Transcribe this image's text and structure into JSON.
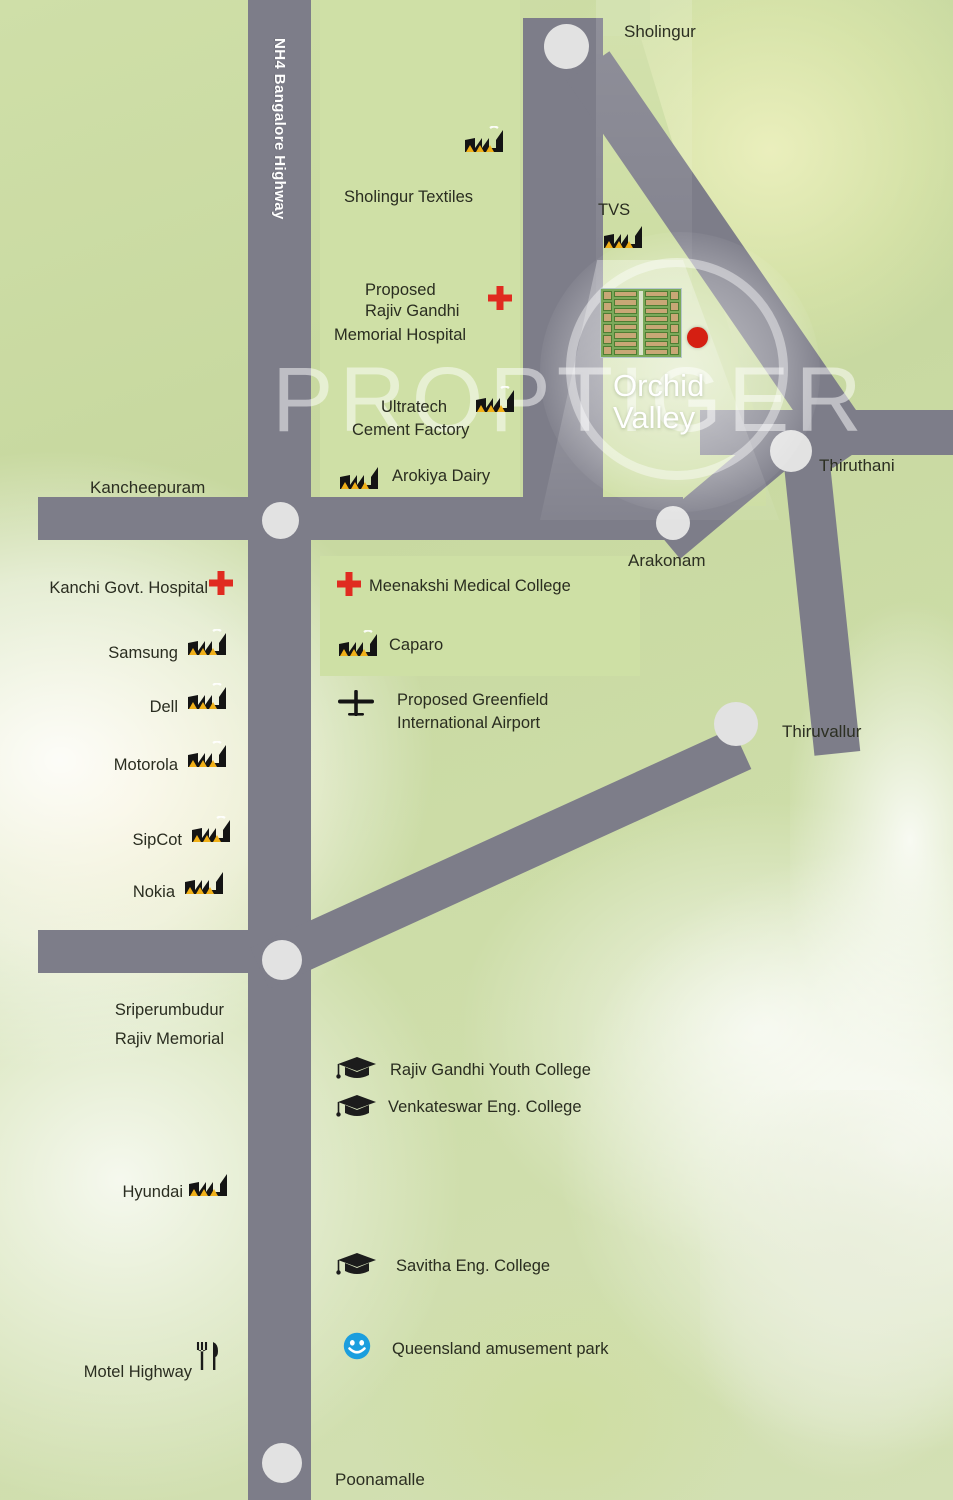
{
  "map": {
    "title": "Orchid Valley location map",
    "watermark": "PROPTIGER",
    "colors": {
      "road": "#7d7d89",
      "land": "#cfe0a6",
      "background": "#c9d9a3",
      "junction": "#e2e2e2",
      "hospital_marker": "#e02b20",
      "project_marker": "#d51f12",
      "smiley_marker": "#1b9ede",
      "project_label": "#ffffff"
    },
    "highway": {
      "label": "NH4 Bangalore Highway"
    },
    "project": {
      "name_line1": "Orchid",
      "name_line2": "Valley"
    },
    "places": [
      {
        "name": "Sholingur"
      },
      {
        "name": "Kancheepuram"
      },
      {
        "name": "Thiruthani"
      },
      {
        "name": "Arakonam"
      },
      {
        "name": "Thiruvallur"
      },
      {
        "name": "Poonamalle"
      }
    ],
    "landmarks_north": [
      {
        "name": "Sholingur Textiles",
        "icon": "factory-icon"
      },
      {
        "name": "TVS",
        "icon": "factory-icon"
      },
      {
        "name": "Proposed\nRajiv Gandhi\nMemorial Hospital",
        "icon": "hospital-cross-icon"
      },
      {
        "name": "Ultratech\nCement Factory",
        "icon": "factory-icon"
      },
      {
        "name": "Arokiya Dairy",
        "icon": "factory-icon"
      }
    ],
    "landmarks_west": [
      {
        "name": "Kanchi Govt. Hospital",
        "icon": "hospital-cross-icon"
      },
      {
        "name": "Samsung",
        "icon": "factory-icon"
      },
      {
        "name": "Dell",
        "icon": "factory-icon"
      },
      {
        "name": "Motorola",
        "icon": "factory-icon"
      },
      {
        "name": "SipCot",
        "icon": "factory-icon"
      },
      {
        "name": "Nokia",
        "icon": "factory-icon"
      },
      {
        "name": "Sriperumbudur\nRajiv Memorial",
        "icon": "none"
      },
      {
        "name": "Hyundai",
        "icon": "factory-icon"
      },
      {
        "name": "Motel Highway",
        "icon": "restaurant-icon"
      }
    ],
    "landmarks_central": [
      {
        "name": "Meenakshi Medical College",
        "icon": "hospital-cross-icon"
      },
      {
        "name": "Caparo",
        "icon": "factory-icon"
      },
      {
        "name": "Proposed Greenfield\nInternational Airport",
        "icon": "airplane-icon"
      },
      {
        "name": "Rajiv Gandhi Youth College",
        "icon": "graduation-cap-icon"
      },
      {
        "name": "Venkateswar Eng. College",
        "icon": "graduation-cap-icon"
      },
      {
        "name": "Savitha Eng. College",
        "icon": "graduation-cap-icon"
      },
      {
        "name": "Queensland amusement park",
        "icon": "smiley-icon"
      }
    ],
    "labels": {
      "sholingur": "Sholingur",
      "sholingur_textiles": "Sholingur Textiles",
      "tvs": "TVS",
      "hospital_l1": "Proposed",
      "hospital_l2": "Rajiv Gandhi",
      "hospital_l3": "Memorial Hospital",
      "ultratech_l1": "Ultratech",
      "ultratech_l2": "Cement Factory",
      "arokiya": "Arokiya Dairy",
      "kancheepuram": "Kancheepuram",
      "kanchi_hospital": "Kanchi Govt. Hospital",
      "samsung": "Samsung",
      "dell": "Dell",
      "motorola": "Motorola",
      "sipcot": "SipCot",
      "nokia": "Nokia",
      "sriperumbudur_l1": "Sriperumbudur",
      "sriperumbudur_l2": "Rajiv Memorial",
      "hyundai": "Hyundai",
      "motel_highway": "Motel Highway",
      "meenakshi": "Meenakshi Medical College",
      "caparo": "Caparo",
      "airport_l1": "Proposed Greenfield",
      "airport_l2": "International Airport",
      "rgyc": "Rajiv Gandhi Youth College",
      "venkateswar": "Venkateswar Eng. College",
      "savitha": "Savitha Eng. College",
      "queensland": "Queensland amusement park",
      "thiruthani": "Thiruthani",
      "arakonam": "Arakonam",
      "thiruvallur": "Thiruvallur",
      "poonamalle": "Poonamalle"
    }
  }
}
